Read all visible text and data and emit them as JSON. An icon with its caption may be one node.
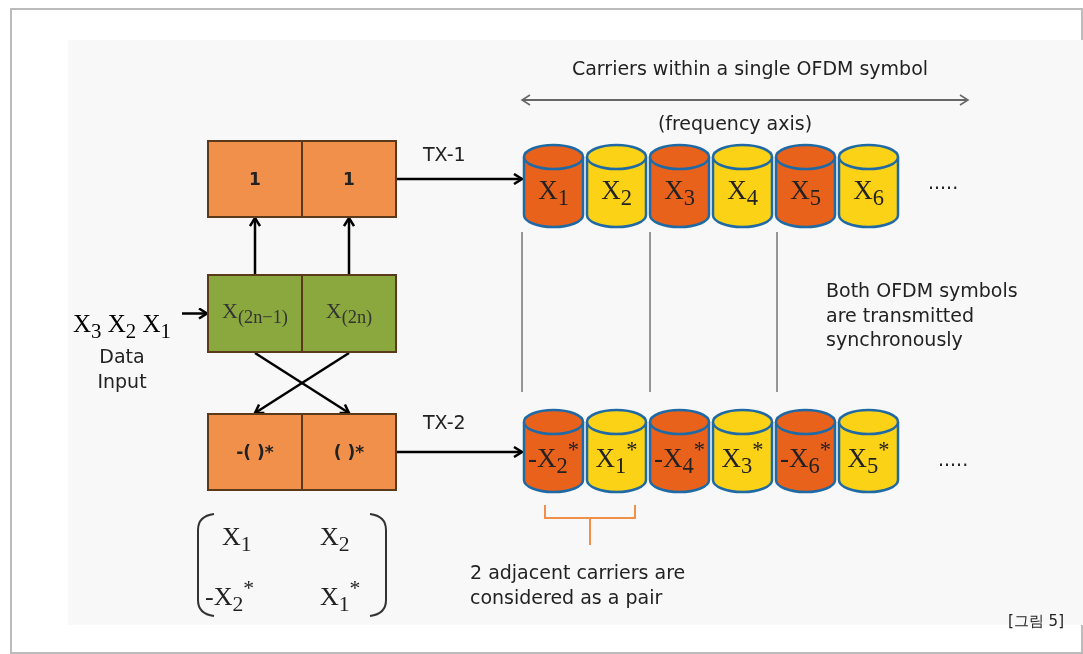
{
  "diagram": {
    "caption": "[그림 5]",
    "nodes": [
      {
        "text": [
          "1"
        ]
      },
      {
        "text": [
          "1"
        ]
      },
      {
        "text": [
          "X$_{(2n−1)}$"
        ]
      },
      {
        "text": [
          "X$_{(2n)}$"
        ]
      },
      {
        "text": [
          "-( )*"
        ]
      },
      {
        "text": [
          "( )*"
        ]
      },
      {
        "text": [
          "X$_{3}$ X$_{2}$ X$_{1}$",
          "Data Input"
        ]
      },
      {
        "text": [
          "X$_{1}$"
        ]
      },
      {
        "text": [
          "X$_{2}$"
        ]
      },
      {
        "text": [
          "X$_{3}$"
        ]
      },
      {
        "text": [
          "X$_{4}$"
        ]
      },
      {
        "text": [
          "X$_{5}$"
        ]
      },
      {
        "text": [
          "X$_{6}$"
        ]
      },
      {
        "text": [
          "-X$_{2}$$^{*}$"
        ]
      },
      {
        "text": [
          "X$_{1}$$^{*}$"
        ]
      },
      {
        "text": [
          "-X$_{4}$$^{*}$"
        ]
      },
      {
        "text": [
          "X$_{3}$$^{*}$"
        ]
      },
      {
        "text": [
          "-X$_{6}$$^{*}$"
        ]
      },
      {
        "text": [
          "X$_{5}$$^{*}$"
        ]
      }
    ],
    "edges": [
      {
        "from": 6,
        "to": 2,
        "arrow": "to"
      },
      {
        "from": 2,
        "to": 0,
        "arrow": "to"
      },
      {
        "from": 3,
        "to": 1,
        "arrow": "to"
      },
      {
        "from": 2,
        "to": 5,
        "arrow": "to"
      },
      {
        "from": 3,
        "to": 4,
        "arrow": "to"
      },
      {
        "from": 1,
        "to": 7,
        "arrow": "to",
        "label": "TX-1"
      },
      {
        "from": 5,
        "to": 13,
        "arrow": "to",
        "label": "TX-2"
      }
    ],
    "labels": [
      "Carriers within a single OFDM symbol",
      "(frequency axis)",
      ".....",
      "Both OFDM symbols are transmitted synchronously",
      ".....",
      "2 adjacent carriers are considered as a pair",
      "X$_{1}$",
      "X$_{2}$",
      "-X$_{2}$$^{*}$",
      "X$_{1}$$^{*}$"
    ]
  }
}
